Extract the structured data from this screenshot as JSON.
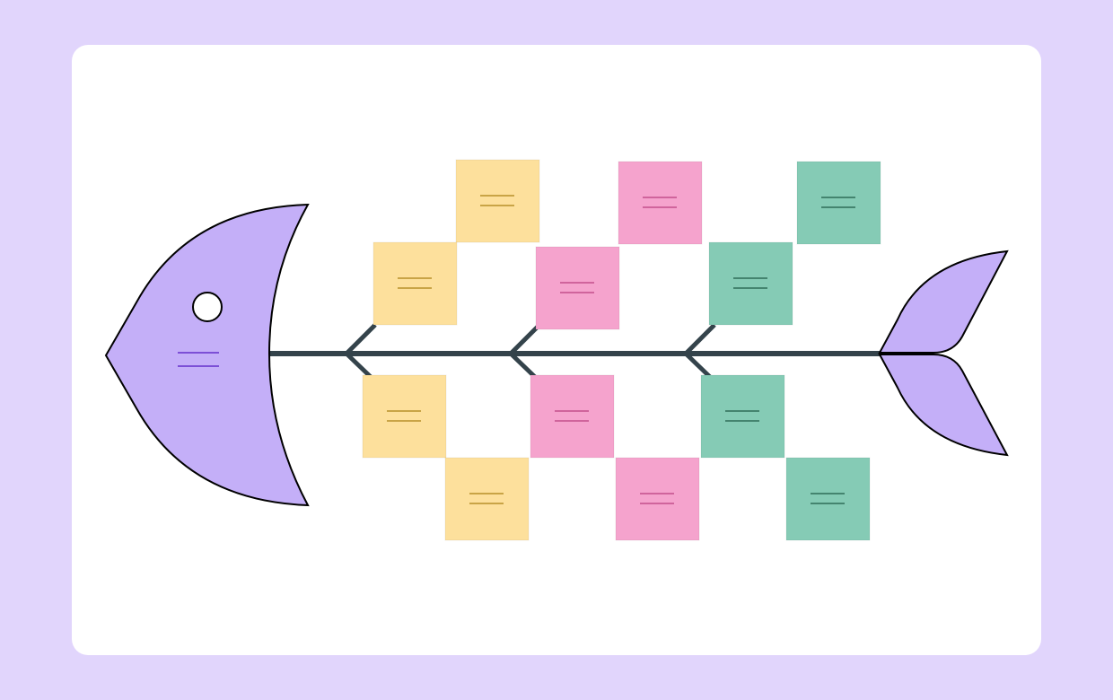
{
  "colors": {
    "background": "#e1d5fc",
    "card": "#ffffff",
    "fish_body": "#c4aff8",
    "fish_outline": "#000000",
    "fish_lines": "#7c4fd6",
    "spine": "#34434b"
  },
  "diagram": {
    "type": "fishbone",
    "categories": [
      {
        "color": "#fde09c",
        "line_color": "#b8902a",
        "notes": 4
      },
      {
        "color": "#f5a3cd",
        "line_color": "#c44f8c",
        "notes": 4
      },
      {
        "color": "#85cbb5",
        "line_color": "#2f6d58",
        "notes": 4
      }
    ]
  }
}
